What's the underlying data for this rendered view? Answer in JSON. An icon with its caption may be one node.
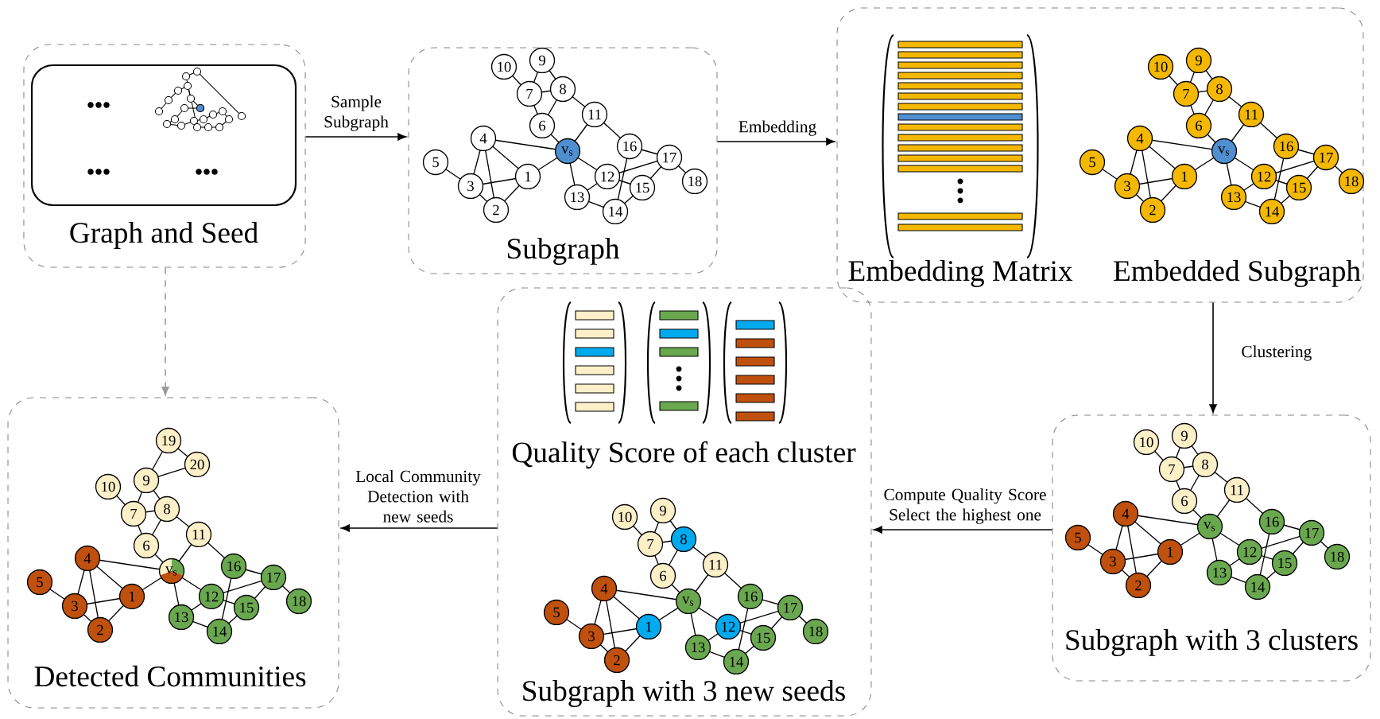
{
  "diagram": {
    "nodes": [
      {
        "text": [
          "Graph and Seed"
        ]
      },
      {
        "text": [
          "Subgraph"
        ]
      },
      {
        "text": [
          "Embedding Matrix",
          "Embedded Subgraph"
        ]
      },
      {
        "text": [
          "Subgraph with 3 clusters"
        ]
      },
      {
        "text": [
          "Quality Score of each cluster",
          "Subgraph with 3 new seeds"
        ]
      },
      {
        "text": [
          "Detected Communities"
        ]
      }
    ],
    "edges": [
      {
        "from": 0,
        "to": 1,
        "arrow": "to",
        "label": "Sample Subgraph"
      },
      {
        "from": 1,
        "to": 2,
        "arrow": "to",
        "label": "Embedding"
      },
      {
        "from": 2,
        "to": 3,
        "arrow": "to",
        "label": "Clustering"
      },
      {
        "from": 3,
        "to": 4,
        "arrow": "to",
        "label": "Compute Quality Score Select the highest one"
      },
      {
        "from": 4,
        "to": 5,
        "arrow": "to",
        "label": "Local Community Detection with new seeds"
      },
      {
        "from": 0,
        "to": 5,
        "arrow": "to",
        "style": "dashed",
        "color": "#999999"
      }
    ],
    "labels": [
      "10",
      "9",
      "7",
      "8",
      "6",
      "11",
      "4",
      "5",
      "v$_{s}$",
      "16",
      "17",
      "1",
      "3",
      "12",
      "15",
      "18",
      "13",
      "2",
      "14",
      "10",
      "9",
      "7",
      "8",
      "6",
      "11",
      "4",
      "5",
      "v$_{s}$",
      "16",
      "17",
      "1",
      "3",
      "12",
      "15",
      "18",
      "13",
      "2",
      "14",
      "19",
      "20",
      "10",
      "9",
      "7",
      "8",
      "6",
      "11",
      "4",
      "5",
      "v$_{s}$",
      "16",
      "17",
      "1",
      "3",
      "12",
      "15",
      "18",
      "13",
      "2",
      "14",
      "10",
      "9",
      "7",
      "8",
      "6",
      "11",
      "4",
      "5",
      "v$_{s}$",
      "16",
      "17",
      "1",
      "3",
      "12",
      "15",
      "18",
      "13",
      "2",
      "14",
      "10",
      "9",
      "7",
      "8",
      "6",
      "11",
      "4",
      "5",
      "v$_{s}$",
      "16",
      "17",
      "1",
      "3",
      "12",
      "15",
      "18",
      "13",
      "2",
      "14"
    ]
  }
}
